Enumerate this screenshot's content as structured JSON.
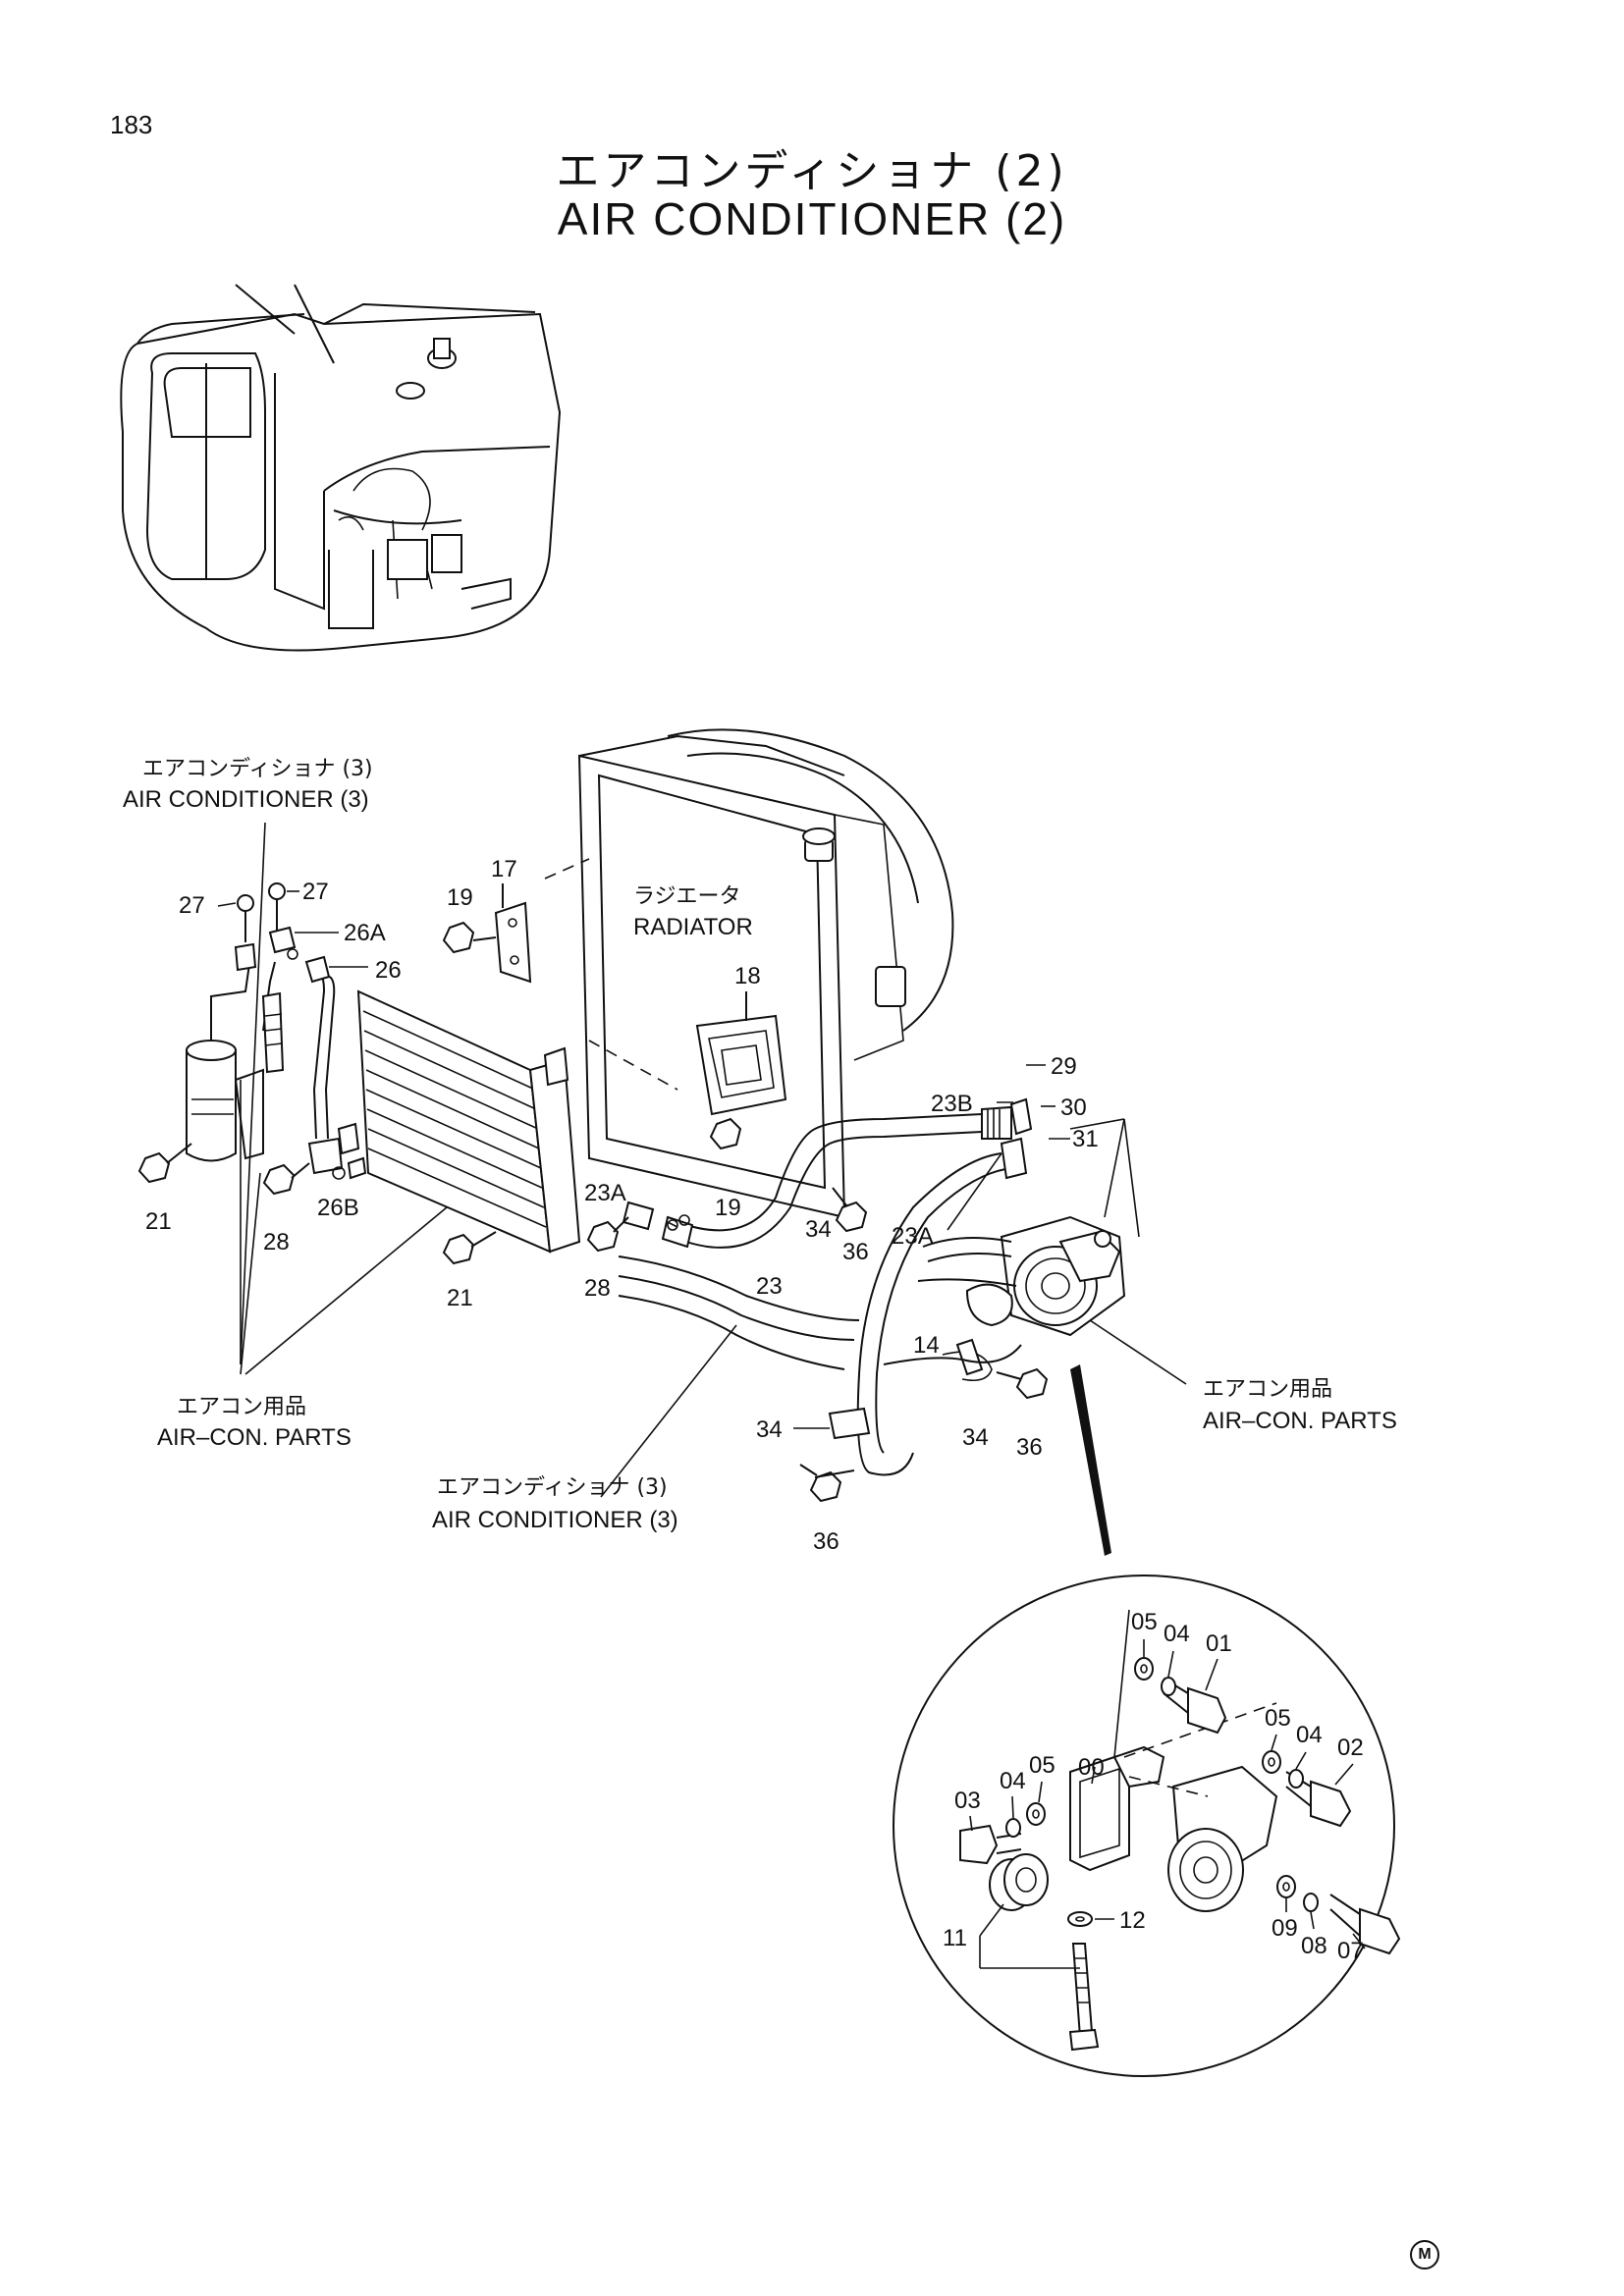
{
  "page_number": "183",
  "title_jp": "エアコンディショナ (2)",
  "title_en": "AIR CONDITIONER (2)",
  "references": {
    "ac3_top_jp": "エアコンディショナ (3)",
    "ac3_top_en": "AIR CONDITIONER (3)",
    "radiator_jp": "ラジエータ",
    "radiator_en": "RADIATOR",
    "aircon_parts_left_jp": "エアコン用品",
    "aircon_parts_left_en": "AIR–CON. PARTS",
    "aircon_parts_right_jp": "エアコン用品",
    "aircon_parts_right_en": "AIR–CON. PARTS",
    "ac3_bottom_jp": "エアコンディショナ (3)",
    "ac3_bottom_en": "AIR CONDITIONER (3)"
  },
  "callouts": {
    "c27a": "27",
    "c27b": "27",
    "c26a": "26A",
    "c26": "26",
    "c19a": "19",
    "c17": "17",
    "c18": "18",
    "c29": "29",
    "c23b": "23B",
    "c30": "30",
    "c31": "31",
    "c21a": "21",
    "c28a": "28",
    "c26b": "26B",
    "c23a_left": "23A",
    "c19b": "19",
    "c34a": "34",
    "c36a": "36",
    "c23a_right": "23A",
    "c21b": "21",
    "c28b": "28",
    "c23": "23",
    "c14": "14",
    "c34b": "34",
    "c34c": "34",
    "c36b": "36",
    "c36c": "36",
    "d05a": "05",
    "d04a": "04",
    "d01": "01",
    "d05b": "05",
    "d04b": "04",
    "d02": "02",
    "d00": "00",
    "d05c": "05",
    "d04c": "04",
    "d03": "03",
    "d11": "11",
    "d12": "12",
    "d09": "09",
    "d08": "08",
    "d07": "07"
  },
  "maker_mark": "M"
}
